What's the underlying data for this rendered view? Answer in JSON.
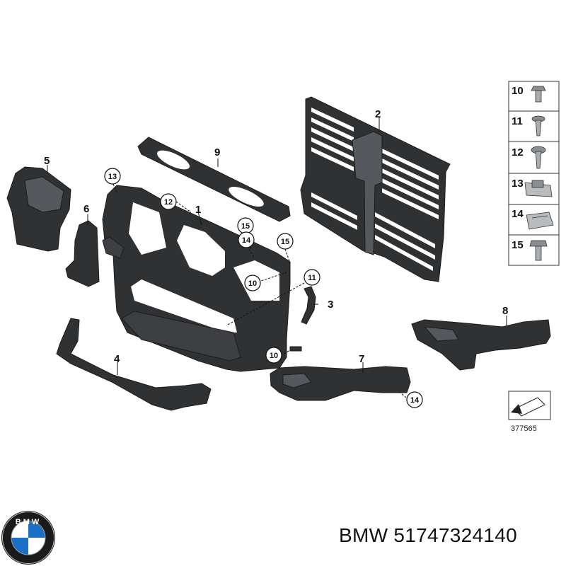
{
  "callouts": [
    "1",
    "2",
    "3",
    "4",
    "5",
    "6",
    "7",
    "8",
    "9"
  ],
  "circled_callouts": [
    "10",
    "10",
    "11",
    "12",
    "13",
    "14",
    "14",
    "15",
    "15"
  ],
  "legend": [
    "10",
    "11",
    "12",
    "13",
    "14",
    "15"
  ],
  "reference_number": "377565",
  "caption": "BMW 51747324140",
  "logo_text": "BMW"
}
